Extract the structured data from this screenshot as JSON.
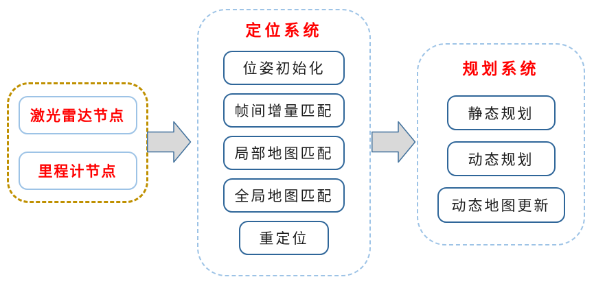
{
  "diagram": {
    "sensors": {
      "items": [
        "激光雷达节点",
        "里程计节点"
      ]
    },
    "localization": {
      "title": "定位系统",
      "items": [
        "位姿初始化",
        "帧间增量匹配",
        "局部地图匹配",
        "全局地图匹配",
        "重定位"
      ]
    },
    "planning": {
      "title": "规划系统",
      "items": [
        "静态规划",
        "动态规划",
        "动态地图更新"
      ]
    }
  },
  "icons": {
    "arrow_sensors_to_localization": "right-block-arrow",
    "arrow_localization_to_planning": "right-block-arrow"
  },
  "colors": {
    "sensor_group_border": "#BF9000",
    "sensor_box_border": "#9DC3E6",
    "system_group_border": "#9DC3E6",
    "flow_box_border": "#2F6699",
    "title_text": "#FF0000",
    "sensor_text": "#FF0000",
    "flow_box_text": "#1A1A1A",
    "arrow_fill": "#D9D9D9",
    "arrow_stroke": "#41719C",
    "background": "#FFFFFF"
  }
}
